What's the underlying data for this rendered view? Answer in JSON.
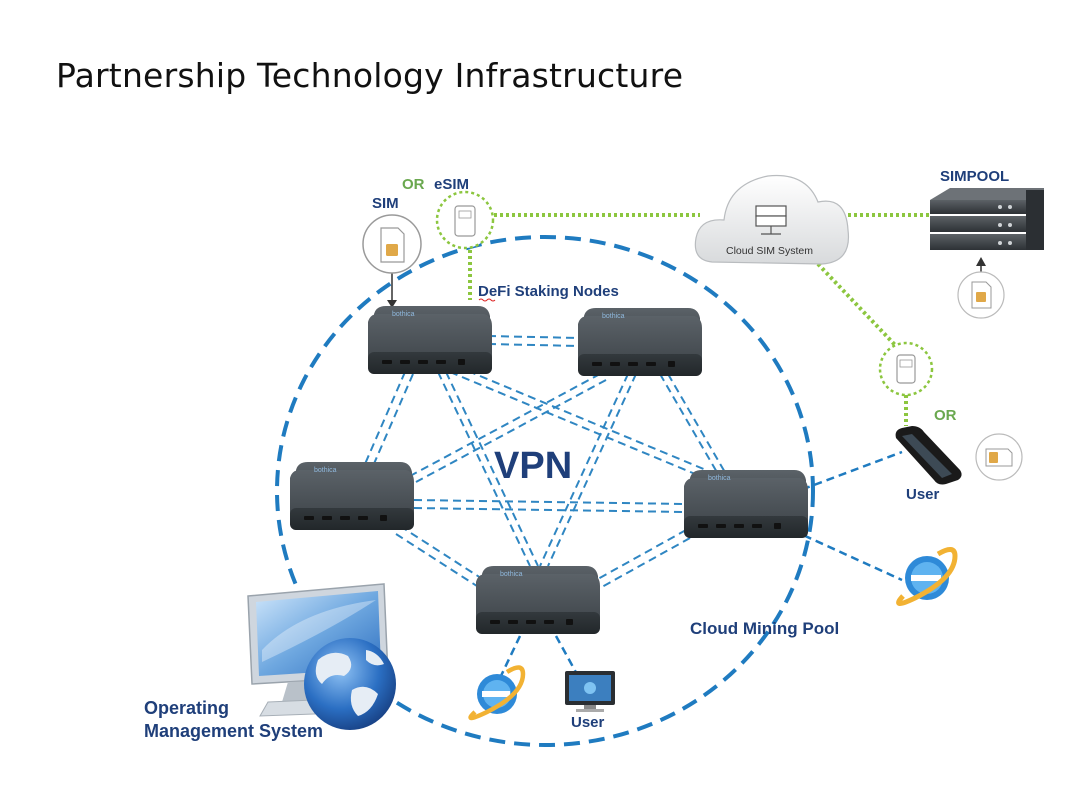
{
  "page": {
    "title": "Partnership Technology Infrastructure"
  },
  "labels": {
    "or_top": "OR",
    "esim": "eSIM",
    "sim": "SIM",
    "simpool": "SIMPOOL",
    "cloud_sim_system": "Cloud SIM System",
    "defi_staking_nodes": "DeFi Staking Nodes",
    "vpn": "VPN",
    "or_right": "OR",
    "user_right": "User",
    "cloud_mining_pool": "Cloud Mining Pool",
    "user_bottom": "User",
    "operating_line1": "Operating",
    "operating_line2": "Management System",
    "node_brand": "bothica"
  },
  "colors": {
    "dashed_blue": "#1f7bc0",
    "dotted_green": "#8cc63f",
    "node_body": "#3d4348",
    "label_navy": "#1f3f7a",
    "label_green": "#6aa84f"
  }
}
